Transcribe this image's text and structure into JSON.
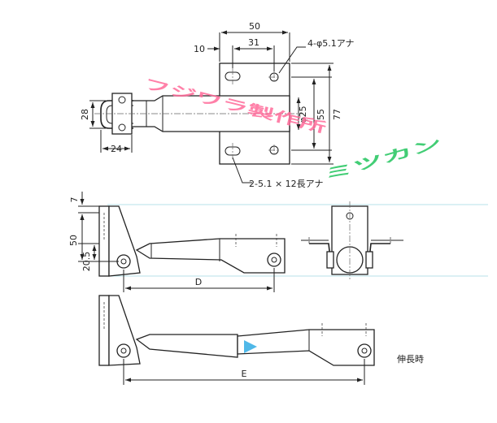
{
  "dimensions": {
    "top_width": "50",
    "edge_offset": "10",
    "hole_pitch_h": "31",
    "height_inner": "55",
    "height_total": "77",
    "tube_diameter": "φ25",
    "handle_height": "28",
    "handle_width": "24",
    "side_top": "7",
    "side_height": "50",
    "side_pivot": "20.5",
    "length_closed": "D",
    "length_extended": "E"
  },
  "notes": {
    "holes": "4-φ5.1アナ",
    "slots": "2-5.1 × 12長アナ",
    "extended": "伸長時"
  },
  "watermark": {
    "text_pink": "フジワラ製作所",
    "text_green": "ミツカン",
    "pink": "#ff6b9a",
    "green": "#22c55e"
  },
  "colors": {
    "arrow": "#4fb8e8",
    "reference_line": "#9fd8e0"
  }
}
